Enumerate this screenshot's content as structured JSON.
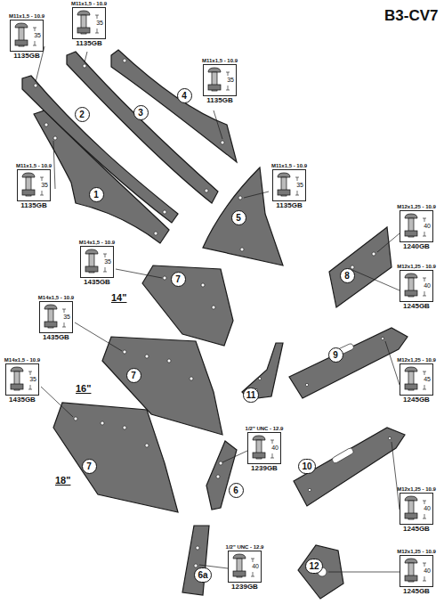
{
  "diagram": {
    "title": "B3-CV7",
    "nodes": [
      {
        "text": [
          "M11x1,5 - 10.9",
          "35",
          "1135GB"
        ]
      },
      {
        "text": [
          "M11x1,5 - 10.9",
          "35",
          "1135GB"
        ]
      },
      {
        "text": [
          "M11x1,5 - 10.9",
          "35",
          "1135GB"
        ]
      },
      {
        "text": [
          "M11x1,5 - 10.9",
          "35",
          "1135GB"
        ]
      },
      {
        "text": [
          "M11x1,5 - 10.9",
          "35",
          "1135GB"
        ]
      },
      {
        "text": [
          "M12x1,25 - 10.9",
          "40",
          "1240GB"
        ]
      },
      {
        "text": [
          "M12x1,25 - 10.9",
          "40",
          "1245GB"
        ]
      },
      {
        "text": [
          "M14x1,5 - 10.9",
          "35",
          "1435GB"
        ]
      },
      {
        "text": [
          "M14x1,5 - 10.9",
          "35",
          "1435GB"
        ]
      },
      {
        "text": [
          "M12x1,25 - 10.9",
          "45",
          "1245GB"
        ]
      },
      {
        "text": [
          "M14x1,5 - 10.9",
          "35",
          "1435GB"
        ]
      },
      {
        "text": [
          "1/2\" UNC - 12.9",
          "40",
          "1239GB"
        ]
      },
      {
        "text": [
          "M12x1,25 - 10.9",
          "40",
          "1245GB"
        ]
      },
      {
        "text": [
          "1/2\" UNC - 12.9",
          "40",
          "1239GB"
        ]
      },
      {
        "text": [
          "M12x1,25 - 10.9",
          "40",
          "1245GB"
        ]
      },
      {
        "text": [
          "4"
        ]
      },
      {
        "text": [
          "3"
        ]
      },
      {
        "text": [
          "2"
        ]
      },
      {
        "text": [
          "1"
        ]
      },
      {
        "text": [
          "5"
        ]
      },
      {
        "text": [
          "8"
        ]
      },
      {
        "text": [
          "7"
        ]
      },
      {
        "text": [
          "9"
        ]
      },
      {
        "text": [
          "7"
        ]
      },
      {
        "text": [
          "11"
        ]
      },
      {
        "text": [
          "10"
        ]
      },
      {
        "text": [
          "7"
        ]
      },
      {
        "text": [
          "6"
        ]
      },
      {
        "text": [
          "12"
        ]
      },
      {
        "text": [
          "6a"
        ]
      }
    ],
    "labels": [
      "14\"",
      "16\"",
      "18\""
    ]
  }
}
